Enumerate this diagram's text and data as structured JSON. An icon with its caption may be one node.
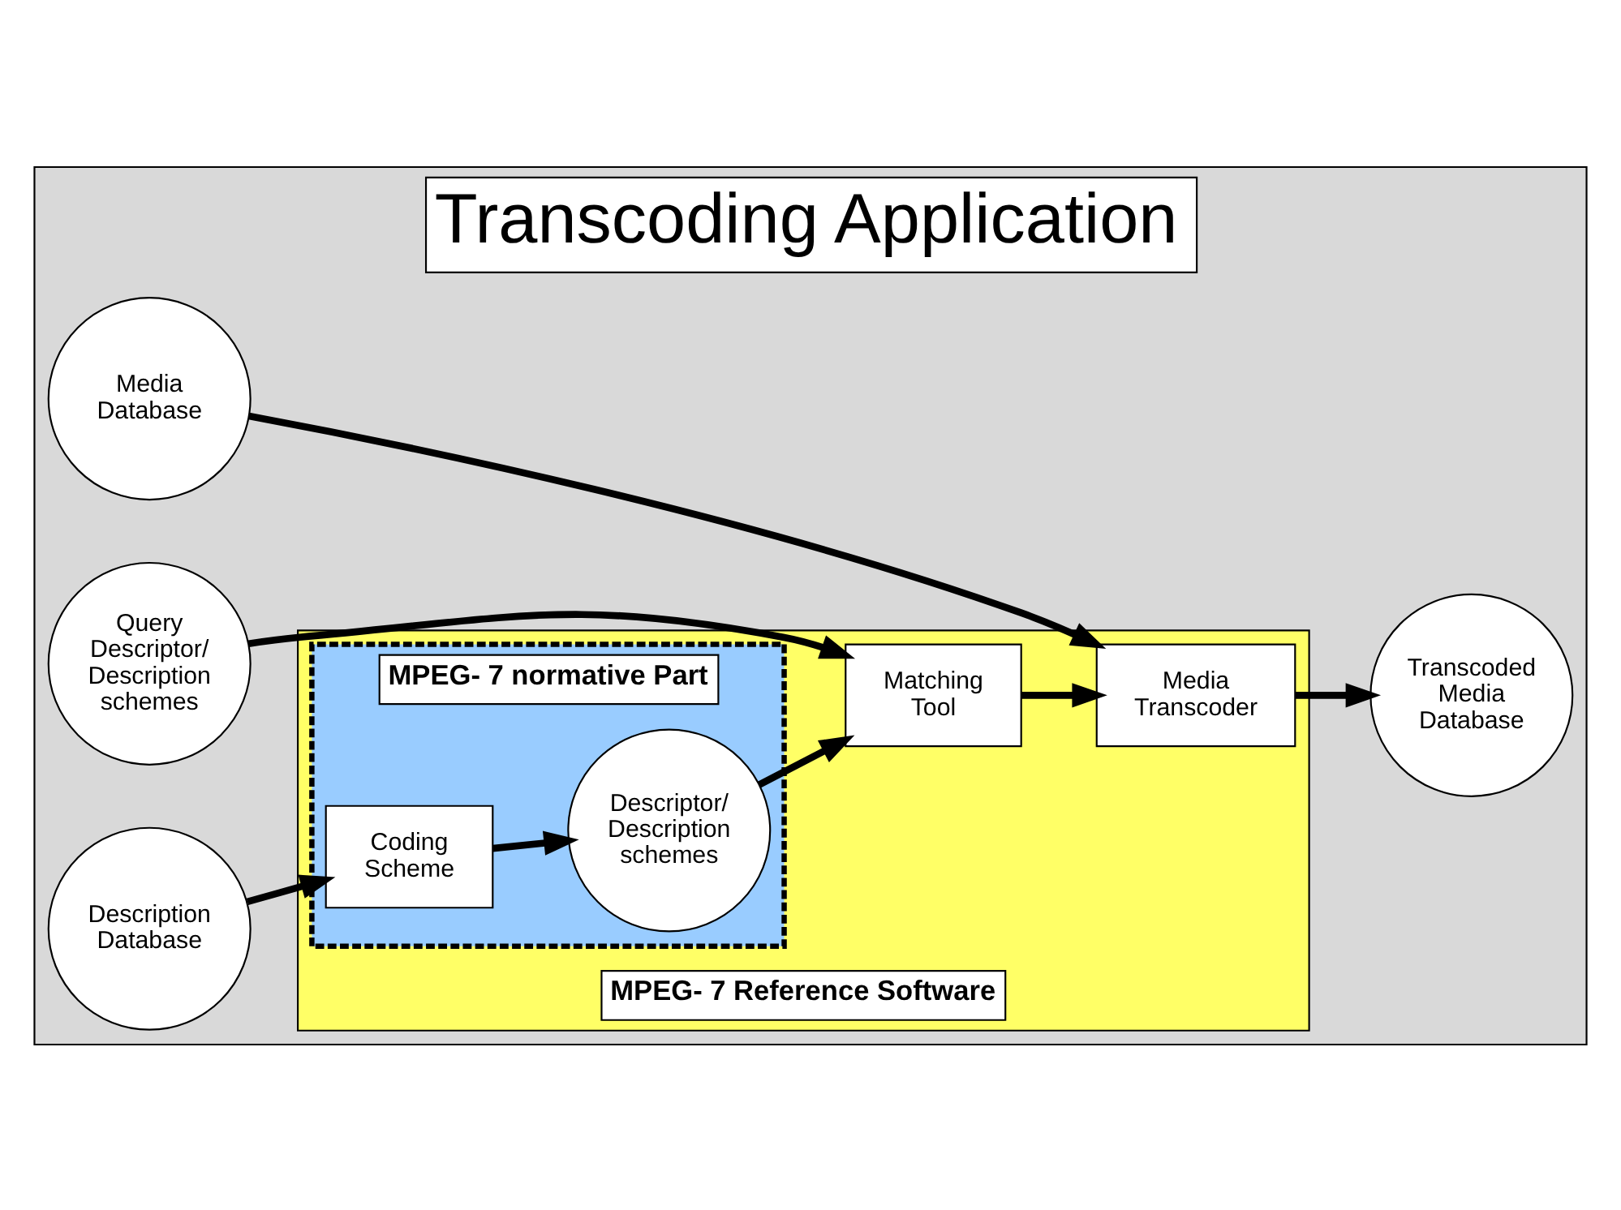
{
  "diagram": {
    "nodes": [
      {
        "text": [
          "Transcoding Application"
        ]
      },
      {
        "text": [
          "MPEG- 7 Reference Software"
        ],
        "in": 0
      },
      {
        "text": [
          "MPEG- 7 normative Part"
        ],
        "in": 1
      },
      {
        "text": [
          "Description Database"
        ],
        "in": 0
      },
      {
        "text": [
          "Coding Scheme"
        ],
        "in": 2
      },
      {
        "text": [
          "Descriptor/ Description schemes"
        ],
        "in": 2
      },
      {
        "text": [
          "Query Descriptor/ Description schemes"
        ],
        "in": 0
      },
      {
        "text": [
          "Matching Tool"
        ],
        "in": 1
      },
      {
        "text": [
          "Media Database"
        ],
        "in": 0
      },
      {
        "text": [
          "Media Transcoder"
        ],
        "in": 1
      },
      {
        "text": [
          "Transcoded Media Database"
        ],
        "in": 0
      }
    ],
    "edges": [
      {
        "from": 3,
        "to": 4,
        "arrow": "to"
      },
      {
        "from": 4,
        "to": 5,
        "arrow": "to"
      },
      {
        "from": 5,
        "to": 7,
        "arrow": "to"
      },
      {
        "from": 6,
        "to": 7,
        "arrow": "to"
      },
      {
        "from": 7,
        "to": 9,
        "arrow": "to"
      },
      {
        "from": 8,
        "to": 9,
        "arrow": "to"
      },
      {
        "from": 9,
        "to": 10,
        "arrow": "to"
      }
    ]
  }
}
